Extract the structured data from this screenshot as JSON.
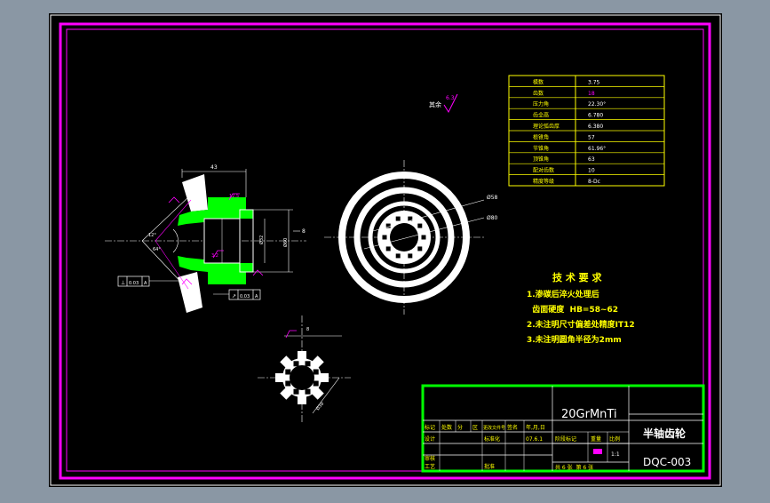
{
  "colors": {
    "window_bg": "#8a97a4",
    "sheet": "#000000",
    "outer_border": "#ff00ff",
    "title_block": "#00ff00",
    "line": "#ffffff",
    "yellow": "#ffff00",
    "magenta": "#ff00ff",
    "dim": "#cccccc"
  },
  "params_table": {
    "rows": [
      {
        "label": "模数",
        "value": "3.75"
      },
      {
        "label": "齿数",
        "value": "18"
      },
      {
        "label": "压力角",
        "value": "22.30°"
      },
      {
        "label": "齿全高",
        "value": "6.780"
      },
      {
        "label": "理论弧齿厚",
        "value": "6.380"
      },
      {
        "label": "根锥角",
        "value": "57"
      },
      {
        "label": "节锥角",
        "value": "61.96°"
      },
      {
        "label": "顶锥角",
        "value": "63"
      },
      {
        "label": "配对齿数",
        "value": "10"
      },
      {
        "label": "精度等级",
        "value": "8-Dc"
      }
    ]
  },
  "tech_requirements": {
    "title": "技 术 要 求",
    "items": [
      "1.渗碳后淬火处理后",
      "  齿面硬度  HB=58~62",
      "2.未注明尺寸偏差处精度IT12",
      "3.未注明圆角半径为2mm"
    ]
  },
  "annotations": {
    "remaining": "其余",
    "roughness": "6.3",
    "roughness2": "12.5",
    "roughness3": "3.2",
    "dim_top": "43",
    "dim_58": "Ø58",
    "dim_80": "Ø80",
    "dim_bore": "Ø32",
    "dim_outer": "Ø60",
    "dim_right": "8",
    "angle1": "12°",
    "angle2": "64°",
    "tol1": "0.03",
    "tol1_ref": "A",
    "tol2": "0.03",
    "tol2_ref": "A",
    "spline_dim": "Ø38",
    "spline_side": "8",
    "spline_top": "8"
  },
  "title_block": {
    "material": "20GrMnTi",
    "part_name": "半轴齿轮",
    "drawing_no": "DQC-003",
    "row1": [
      "标记",
      "处数",
      "分",
      "区",
      "更改文件号",
      "签名",
      "年,月,日"
    ],
    "designer": "设计",
    "standardize": "标准化",
    "date": "07.6.1",
    "stage_label": "阶段标记",
    "weight_label": "重量",
    "scale_label": "比例",
    "scale": "1:1",
    "review": "审核",
    "process": "工艺",
    "approve": "批准",
    "sheets": "共 6 张  第 6 张"
  }
}
